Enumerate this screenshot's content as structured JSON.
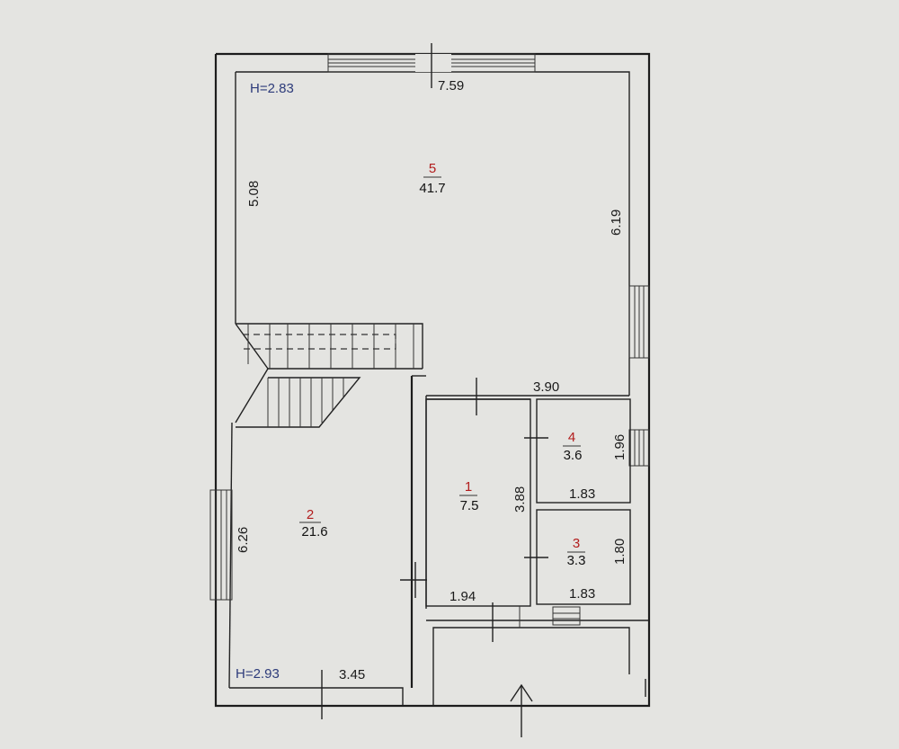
{
  "plan": {
    "heights": {
      "upper": "H=2.83",
      "lower": "H=2.93"
    },
    "dimensions": {
      "top_width": "7.59",
      "left_upper": "5.08",
      "right_upper": "6.19",
      "mid_wall": "3.90",
      "left_lower": "6.26",
      "bottom_width": "3.45",
      "room1_height": "3.88",
      "room1_width": "1.94",
      "room4_height": "1.96",
      "room4_width": "1.83",
      "room3_height": "1.80",
      "room3_width": "1.83"
    },
    "rooms": [
      {
        "number": "5",
        "area": "41.7"
      },
      {
        "number": "2",
        "area": "21.6"
      },
      {
        "number": "1",
        "area": "7.5"
      },
      {
        "number": "4",
        "area": "3.6"
      },
      {
        "number": "3",
        "area": "3.3"
      }
    ],
    "colors": {
      "room_number": "#b21c1c",
      "height_label": "#2d3b7a",
      "line": "#1c1c1c"
    }
  }
}
